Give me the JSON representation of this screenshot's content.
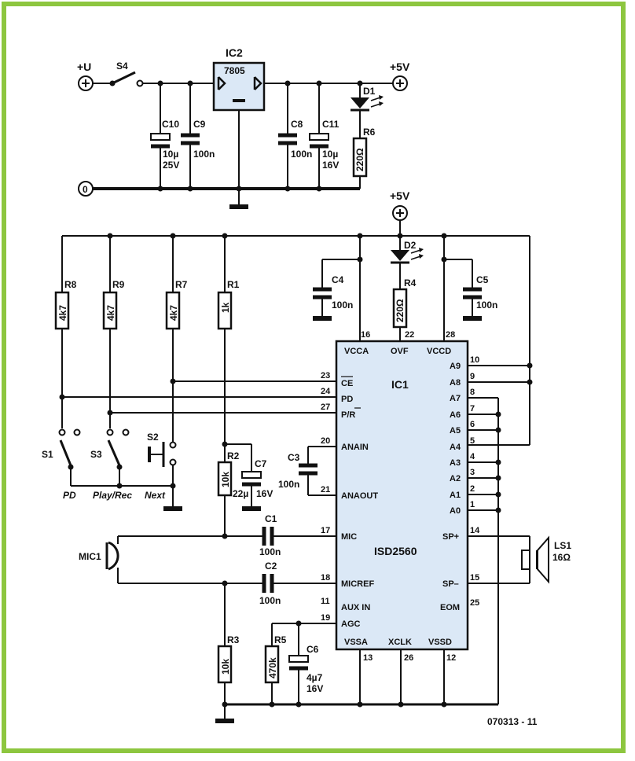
{
  "labels": {
    "plus_u": "+U",
    "s4": "S4",
    "ic2": "IC2",
    "ic2_part": "7805",
    "plus5v_top": "+5V",
    "d1": "D1",
    "r6": "R6",
    "r6_val": "220Ω",
    "c10": "C10",
    "c10_val1": "10µ",
    "c10_val2": "25V",
    "c9": "C9",
    "c9_val": "100n",
    "c8": "C8",
    "c8_val": "100n",
    "c11": "C11",
    "c11_val1": "10µ",
    "c11_val2": "16V",
    "zero": "0",
    "plus5v_mid": "+5V",
    "d2": "D2",
    "r4": "R4",
    "r4_val": "220Ω",
    "c4": "C4",
    "c4_val": "100n",
    "c5": "C5",
    "c5_val": "100n",
    "r8": "R8",
    "r8_val": "4k7",
    "r9": "R9",
    "r9_val": "4k7",
    "r7": "R7",
    "r7_val": "4k7",
    "r1": "R1",
    "r1_val": "1k",
    "s1": "S1",
    "s3": "S3",
    "s2": "S2",
    "pd": "PD",
    "playrec": "Play/Rec",
    "next": "Next",
    "r2": "R2",
    "r2_val": "10k",
    "c7": "C7",
    "c7_val1": "22µ",
    "c7_val2": "16V",
    "c3": "C3",
    "c3_val": "100n",
    "c1": "C1",
    "c1_val": "100n",
    "c2": "C2",
    "c2_val": "100n",
    "mic1": "MIC1",
    "r3": "R3",
    "r3_val": "10k",
    "r5": "R5",
    "r5_val": "470k",
    "c6": "C6",
    "c6_val1": "4µ7",
    "c6_val2": "16V",
    "ls1": "LS1",
    "ls1_val": "16Ω",
    "ic1": "IC1",
    "ic1_part": "ISD2560",
    "figure_code": "070313 - 11"
  },
  "ic1_pins": {
    "top": [
      {
        "num": "16",
        "name": "VCCA"
      },
      {
        "num": "22",
        "name": "OVF"
      },
      {
        "num": "28",
        "name": "VCCD"
      }
    ],
    "bottom": [
      {
        "num": "13",
        "name": "VSSA"
      },
      {
        "num": "26",
        "name": "XCLK"
      },
      {
        "num": "12",
        "name": "VSSD"
      }
    ],
    "left": [
      {
        "num": "23",
        "name": "CE"
      },
      {
        "num": "24",
        "name": "PD"
      },
      {
        "num": "27",
        "name": "P/R"
      },
      {
        "num": "20",
        "name": "ANAIN"
      },
      {
        "num": "21",
        "name": "ANAOUT"
      },
      {
        "num": "17",
        "name": "MIC"
      },
      {
        "num": "18",
        "name": "MICREF"
      },
      {
        "num": "11",
        "name": "AUX IN"
      },
      {
        "num": "19",
        "name": "AGC"
      }
    ],
    "right": [
      {
        "num": "10",
        "name": "A9"
      },
      {
        "num": "9",
        "name": "A8"
      },
      {
        "num": "8",
        "name": "A7"
      },
      {
        "num": "7",
        "name": "A6"
      },
      {
        "num": "6",
        "name": "A5"
      },
      {
        "num": "5",
        "name": "A4"
      },
      {
        "num": "4",
        "name": "A3"
      },
      {
        "num": "3",
        "name": "A2"
      },
      {
        "num": "2",
        "name": "A1"
      },
      {
        "num": "1",
        "name": "A0"
      },
      {
        "num": "14",
        "name": "SP+"
      },
      {
        "num": "15",
        "name": "SP–"
      },
      {
        "num": "25",
        "name": "EOM"
      }
    ]
  },
  "colors": {
    "border": "#8dc63f",
    "ink": "#111111",
    "ic_fill": "#dbe8f6",
    "resistor_fill": "#ffffff"
  }
}
